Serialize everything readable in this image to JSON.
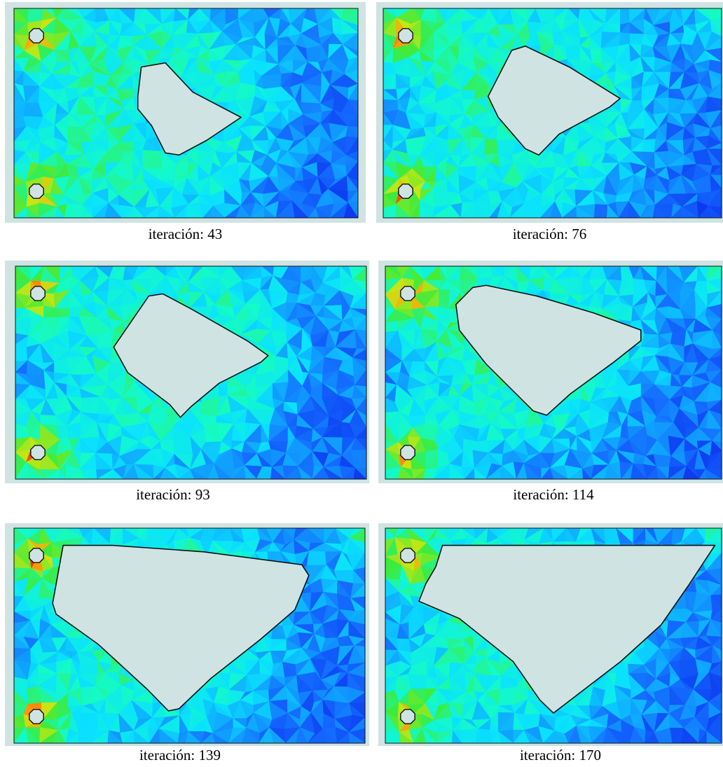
{
  "figure": {
    "colors": {
      "background_frame": "#cfe3e3",
      "hole_fill": "#cfe3e3",
      "low_stress": "#0a3cff",
      "high_stress": "#ff2000"
    },
    "panels": [
      {
        "caption": "iteración: 43"
      },
      {
        "caption": "iteración: 76"
      },
      {
        "caption": "iteración: 93"
      },
      {
        "caption": "iteración: 114"
      },
      {
        "caption": "iteración: 139"
      },
      {
        "caption": "iteración: 170"
      }
    ]
  }
}
